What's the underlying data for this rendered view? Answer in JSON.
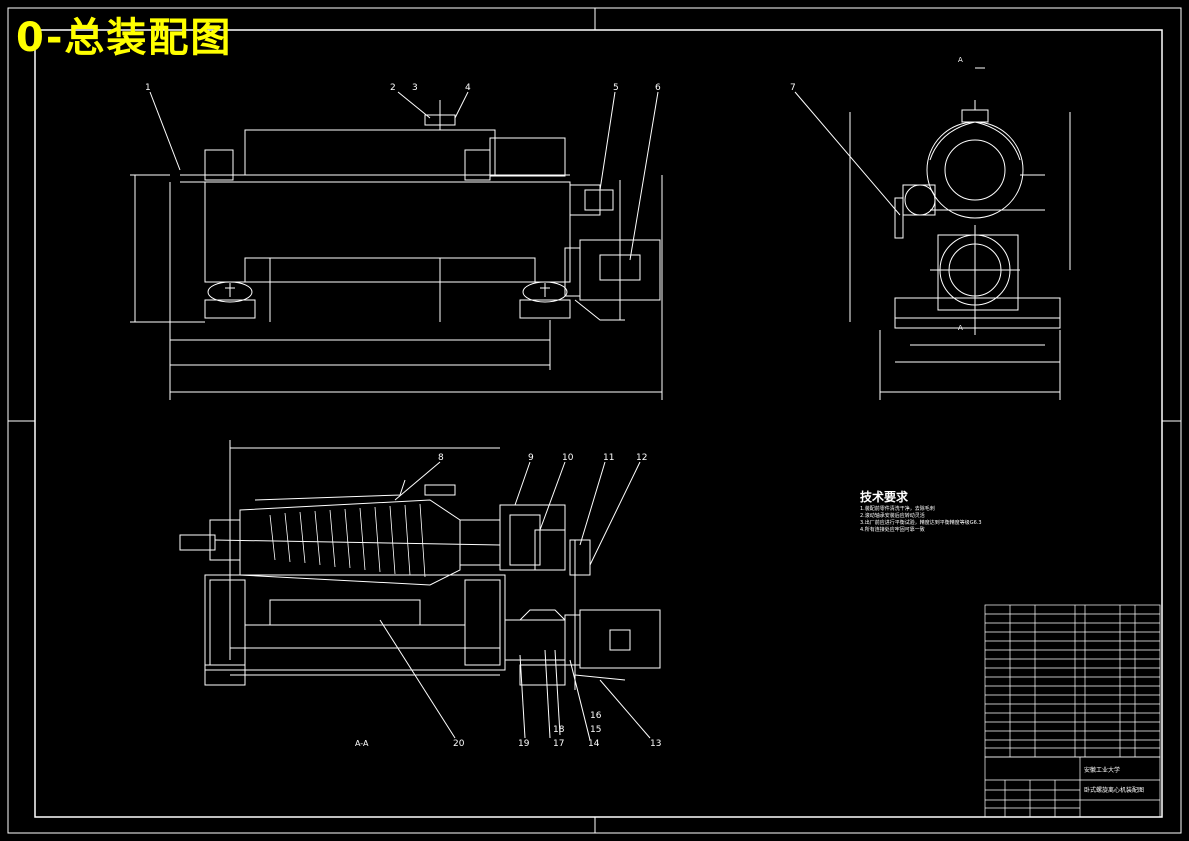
{
  "drawing": {
    "title": "0-总装配图",
    "section_label": "A-A",
    "view_marker": "A"
  },
  "callouts_top": [
    "1",
    "2",
    "3",
    "4",
    "5",
    "6",
    "7"
  ],
  "callouts_bottom": [
    "8",
    "9",
    "10",
    "11",
    "12",
    "13",
    "14",
    "15",
    "16",
    "17",
    "18",
    "19",
    "20"
  ],
  "tech_requirements": {
    "title": "技术要求",
    "notes": [
      "1.装配前零件清洗干净，去除毛刺",
      "2.滚动轴承安装后应转动灵活",
      "3.出厂前应进行平衡试验，精度达到平衡精度等级G6.3",
      "4.所有连接处应牢固可靠一致"
    ]
  },
  "title_block": {
    "school": "安徽工业大学",
    "drawing_name": "卧式螺旋离心机装配图"
  },
  "colors": {
    "background": "#000000",
    "lines": "#ffffff",
    "title": "#ffff00"
  }
}
